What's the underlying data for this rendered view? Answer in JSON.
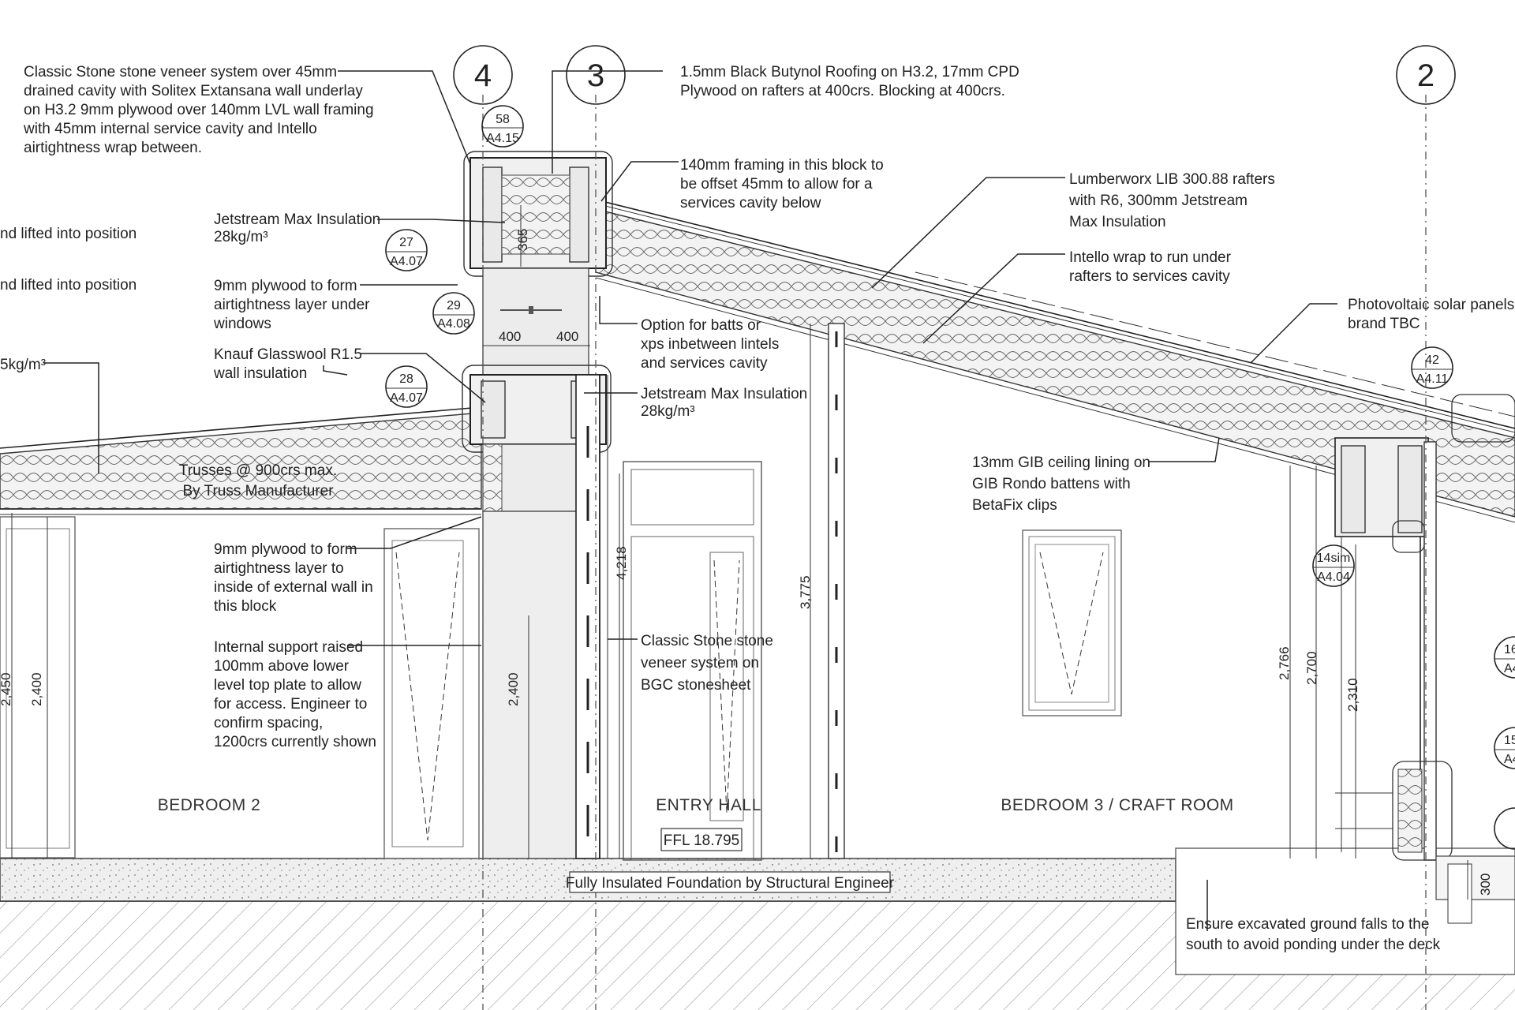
{
  "gridlines": [
    "4",
    "3",
    "2"
  ],
  "callouts": {
    "stone_veneer_wall": "Classic Stone stone veneer system over 45mm|drained cavity with Solitex Extansana wall underlay|on H3.2 9mm plywood over 140mm LVL wall framing|with 45mm internal service cavity and Intello|airtightness wrap between.",
    "butynol_roof": "1.5mm Black Butynol Roofing on H3.2, 17mm CPD|Plywood on rafters at 400crs. Blocking at 400crs.",
    "framing_offset": "140mm framing in this block to|be offset 45mm to allow for a|services cavity below",
    "rafters": "Lumberworx LIB 300.88 rafters|with R6, 300mm Jetstream|Max Insulation",
    "intello_wrap": "Intello wrap to run under|rafters to services cavity",
    "solar_panels": "Photovoltaic solar panels,|brand TBC",
    "jetstream_upper": "Jetstream Max Insulation|28kg/m³",
    "lifted_1": "nd lifted into position",
    "lifted_2": "nd lifted into position",
    "density_partial": "5kg/m³",
    "plywood_windows": "9mm plywood to form|airtightness layer under|windows",
    "knauf": "Knauf Glasswool R1.5|wall insulation",
    "batts_option": "Option for batts or|xps inbetween lintels|and services cavity",
    "jetstream_lower": "Jetstream Max Insulation|28kg/m³",
    "gib_ceiling": "13mm GIB ceiling lining on|GIB Rondo battens with|BetaFix clips",
    "trusses": "Trusses @ 900crs max.|By Truss Manufacturer",
    "plywood_inside": "9mm plywood to form|airtightness layer to|inside of external wall in|this block",
    "internal_support": "Internal support raised|100mm above lower|level top plate to allow|for access. Engineer to|confirm spacing,|1200crs currently shown",
    "stone_veneer_bgc": "Classic Stone stone|veneer system on|BGC stonesheet",
    "foundation": "Fully Insulated Foundation by Structural Engineer",
    "excavated_ground": "Ensure excavated ground falls to the|south to avoid ponding under the deck"
  },
  "detail_refs": [
    {
      "num": "58",
      "sheet": "A4.15"
    },
    {
      "num": "27",
      "sheet": "A4.07"
    },
    {
      "num": "29",
      "sheet": "A4.08"
    },
    {
      "num": "28",
      "sheet": "A4.07"
    },
    {
      "num": "42",
      "sheet": "A4.11"
    },
    {
      "num": "14sim",
      "sheet": "A4.04"
    },
    {
      "num": "16",
      "sheet": "A4"
    },
    {
      "num": "15",
      "sheet": "A4"
    }
  ],
  "rooms": {
    "bedroom2": "BEDROOM 2",
    "entry_hall": "ENTRY HALL",
    "bedroom3": "BEDROOM 3 / CRAFT ROOM"
  },
  "ffl": "FFL 18.795",
  "dimensions": {
    "d365": "365",
    "d400a": "400",
    "d400b": "400",
    "d4218": "4,218",
    "d3775": "3,775",
    "d2400_left": "2,400",
    "d2450": "2,450",
    "d2400_mid": "2,400",
    "d2766": "2,766",
    "d2700": "2,700",
    "d2310": "2,310",
    "d300": "300"
  }
}
